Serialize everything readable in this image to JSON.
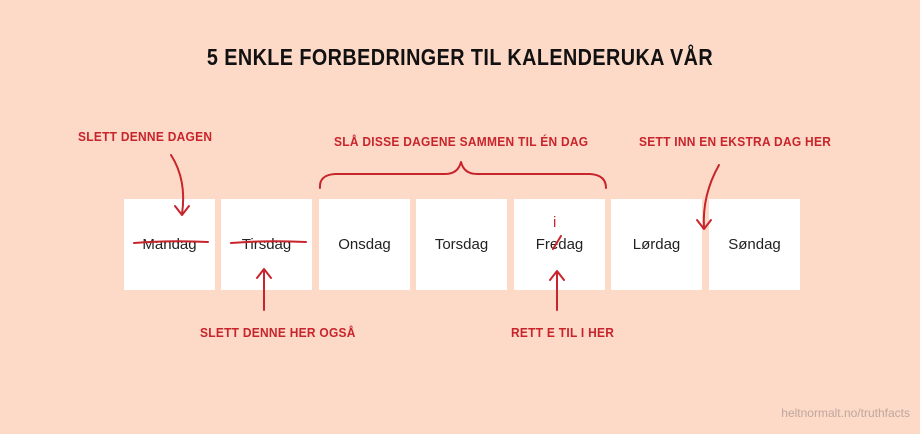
{
  "title": "5 ENKLE FORBEDRINGER TIL KALENDERUKA VÅR",
  "days": [
    "Mandag",
    "Tirsdag",
    "Onsdag",
    "Torsdag",
    "Fredag",
    "Lørdag",
    "Søndag"
  ],
  "notes": {
    "delete_monday": "SLETT DENNE DAGEN",
    "delete_tuesday": "SLETT DENNE HER OGSÅ",
    "merge_days": "SLÅ DISSE DAGENE SAMMEN TIL ÉN DAG",
    "fix_letter": "RETT E TIL I HER",
    "insert_day": "SETT INN EN EKSTRA DAG HER"
  },
  "correction_letter": "i",
  "credit": "heltnormalt.no/truthfacts",
  "colors": {
    "background": "#fdd9c8",
    "annotation": "#c8242b",
    "box": "#ffffff"
  }
}
